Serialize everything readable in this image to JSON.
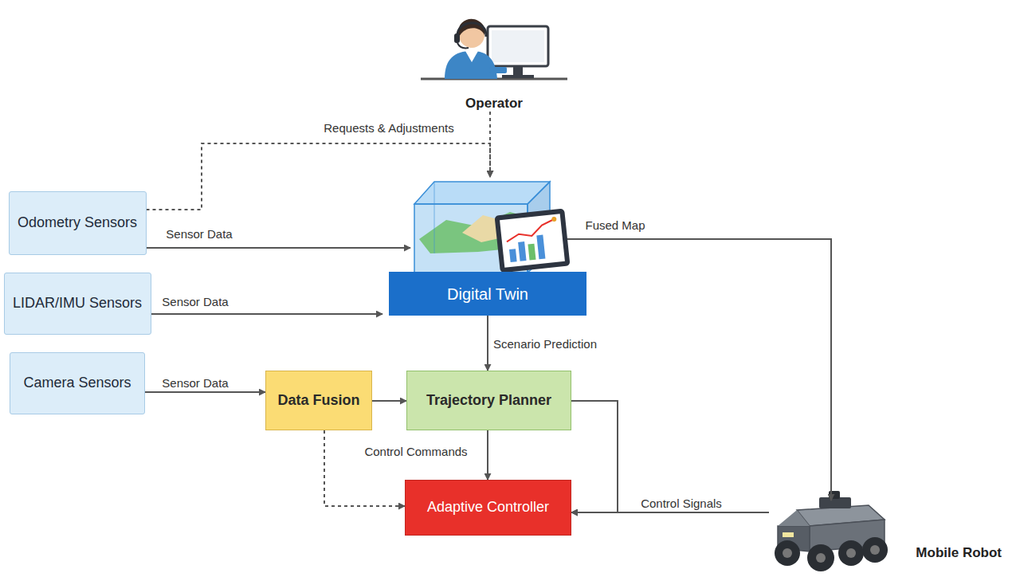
{
  "diagram": {
    "nodes": [
      {
        "text": [
          "Operator"
        ]
      },
      {
        "text": [
          "Odometry Sensors"
        ]
      },
      {
        "text": [
          "Digital Twin"
        ]
      },
      {
        "text": [
          "LIDAR/IMU Sensors"
        ]
      },
      {
        "text": [
          "Camera Sensors"
        ]
      },
      {
        "text": [
          "Data Fusion"
        ]
      },
      {
        "text": [
          "Trajectory Planner"
        ]
      },
      {
        "text": [
          "Adaptive Controller"
        ]
      },
      {
        "text": [
          "Mobile Robot"
        ]
      }
    ],
    "edges": [
      {
        "from": 0,
        "to": 2,
        "label": "Requests & Adjustments",
        "arrow": "to"
      },
      {
        "from": 1,
        "to": 2,
        "arrow": "to"
      },
      {
        "from": 1,
        "to": 2,
        "label": "Sensor Data",
        "arrow": "to"
      },
      {
        "from": 3,
        "to": 2,
        "label": "Sensor Data",
        "arrow": "to"
      },
      {
        "from": 2,
        "to": 8,
        "label": "Fused Map",
        "arrow": "to"
      },
      {
        "from": 4,
        "to": 5,
        "label": "Sensor Data",
        "arrow": "to"
      },
      {
        "from": 2,
        "to": 6,
        "label": "Scenario Prediction",
        "arrow": "to"
      },
      {
        "from": 5,
        "to": 6,
        "arrow": "to"
      },
      {
        "from": 6,
        "to": 7,
        "label": "Control Commands",
        "arrow": "to"
      },
      {
        "from": 5,
        "to": 7,
        "arrow": "to"
      },
      {
        "from": 6,
        "to": 7,
        "arrow": "to"
      },
      {
        "from": 8,
        "to": 7,
        "label": "Control Signals",
        "arrow": "to"
      }
    ]
  }
}
